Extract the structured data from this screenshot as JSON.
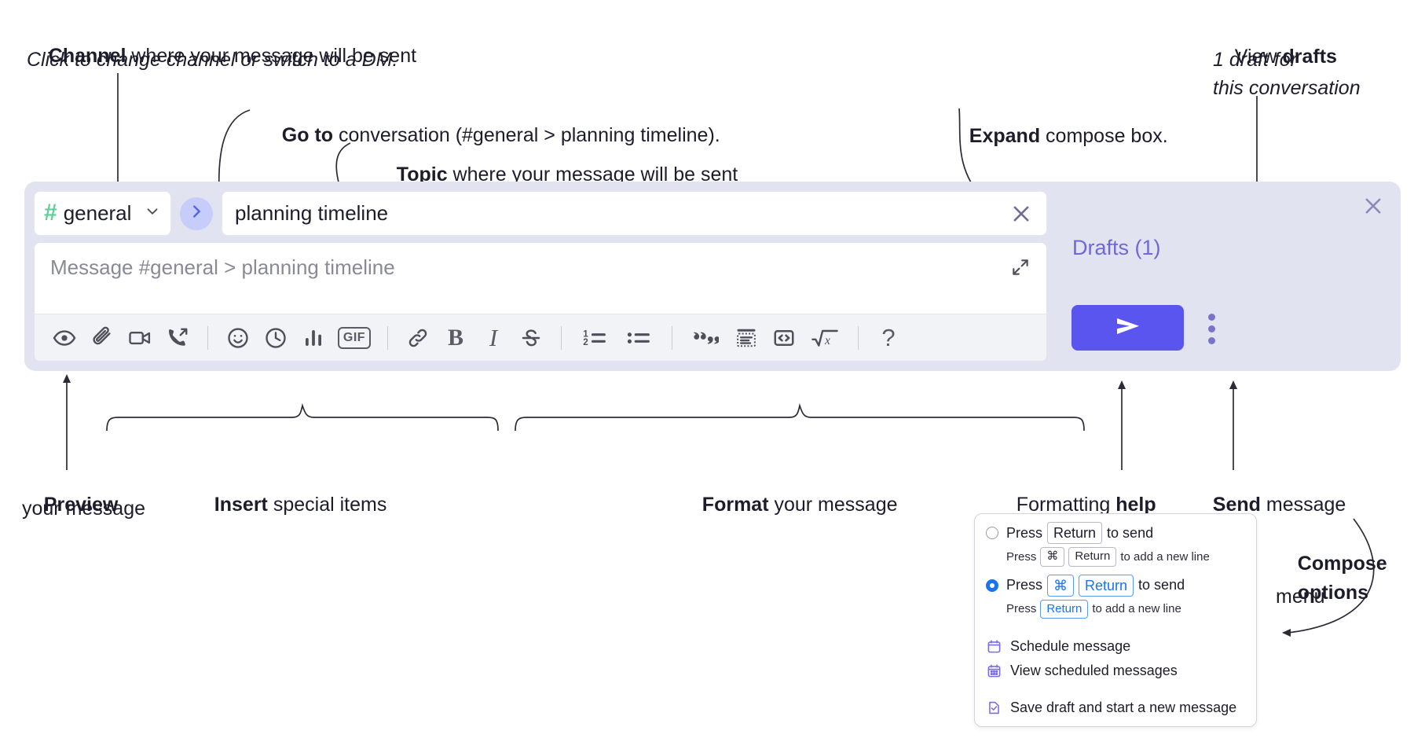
{
  "annotations": {
    "channel": {
      "bold": "Channel",
      "rest": " where your message will be sent",
      "sub": "Click to change channel or switch to a DM."
    },
    "goto": {
      "bold": "Go to",
      "rest": " conversation (#general > planning timeline)."
    },
    "topic": {
      "bold": "Topic",
      "rest": " where your message will be sent"
    },
    "expand": {
      "bold": "Expand",
      "rest": " compose box."
    },
    "drafts": {
      "pre": "View ",
      "bold": "drafts",
      "sub1": "1 draft for",
      "sub2": "this conversation"
    },
    "preview": {
      "bold": "Preview",
      "sub": "your message"
    },
    "insert": {
      "bold": "Insert",
      "rest": " special items"
    },
    "format": {
      "bold": "Format",
      "rest": " your message"
    },
    "help": {
      "pre": "Formatting ",
      "bold": "help"
    },
    "send": {
      "bold": "Send",
      "rest": " message"
    },
    "compose_options": {
      "bold1": "Compose",
      "bold2": "options",
      "rest": "menu"
    }
  },
  "compose": {
    "channel": {
      "hash": "#",
      "name": "general",
      "chevron": "chevron-down-icon"
    },
    "goto_button_icon": "chevron-right-icon",
    "topic": {
      "value": "planning timeline",
      "clear_icon": "close-icon"
    },
    "editor": {
      "placeholder": "Message #general > planning timeline",
      "expand_icon": "expand-icon"
    },
    "panel_close_icon": "close-icon",
    "drafts_label": "Drafts (1)",
    "send_icon": "paper-plane-icon",
    "kebab_icon": "more-vertical-icon",
    "toolbar": [
      {
        "name": "preview-icon",
        "label": ""
      },
      {
        "name": "attachment-icon",
        "label": ""
      },
      {
        "name": "video-icon",
        "label": ""
      },
      {
        "name": "audio-clip-icon",
        "label": ""
      },
      {
        "name": "separator",
        "label": ""
      },
      {
        "name": "emoji-icon",
        "label": ""
      },
      {
        "name": "reminder-clock-icon",
        "label": ""
      },
      {
        "name": "poll-icon",
        "label": ""
      },
      {
        "name": "gif-icon",
        "label": "GIF"
      },
      {
        "name": "separator",
        "label": ""
      },
      {
        "name": "link-icon",
        "label": ""
      },
      {
        "name": "bold-icon",
        "label": "B"
      },
      {
        "name": "italic-icon",
        "label": "I"
      },
      {
        "name": "strikethrough-icon",
        "label": "S"
      },
      {
        "name": "separator",
        "label": ""
      },
      {
        "name": "ordered-list-icon",
        "label": ""
      },
      {
        "name": "bulleted-list-icon",
        "label": ""
      },
      {
        "name": "separator",
        "label": ""
      },
      {
        "name": "blockquote-icon",
        "label": ""
      },
      {
        "name": "code-block-icon",
        "label": ""
      },
      {
        "name": "code-icon",
        "label": ""
      },
      {
        "name": "math-icon",
        "label": ""
      },
      {
        "name": "separator",
        "label": ""
      },
      {
        "name": "help-icon",
        "label": "?"
      }
    ]
  },
  "menu": {
    "option1": {
      "main_pre": "Press",
      "main_key": "Return",
      "main_post": "to send",
      "sub_pre": "Press",
      "sub_key1": "⌘",
      "sub_key2": "Return",
      "sub_post": "to add a new line",
      "selected": false
    },
    "option2": {
      "main_pre": "Press",
      "main_key1": "⌘",
      "main_key2": "Return",
      "main_post": "to send",
      "sub_pre": "Press",
      "sub_key": "Return",
      "sub_post": "to add a new line",
      "selected": true
    },
    "items": [
      {
        "label": "Schedule message",
        "icon": "calendar-icon"
      },
      {
        "label": "View scheduled messages",
        "icon": "calendar-grid-icon"
      },
      {
        "label": "Save draft and start a new message",
        "icon": "document-check-icon"
      }
    ]
  },
  "colors": {
    "panel_bg": "#e2e3f0",
    "send_purple": "#5b55f0",
    "drafts_purple": "#6f68d6",
    "hash_green": "#5fcf9a",
    "goto_blue": "#c6cdfb",
    "radio_blue": "#1a73f0"
  }
}
